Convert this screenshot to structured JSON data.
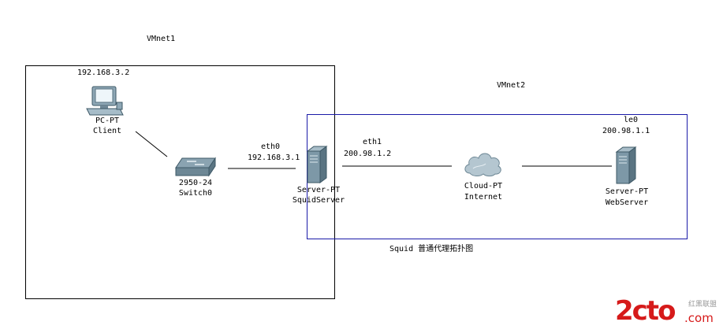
{
  "networks": {
    "vmnet1": {
      "label": "VMnet1"
    },
    "vmnet2": {
      "label": "VMnet2"
    }
  },
  "devices": {
    "client": {
      "ip": "192.168.3.2",
      "model": "PC-PT",
      "name": "Client",
      "icon": "pc-icon"
    },
    "switch": {
      "model": "2950-24",
      "name": "Switch0",
      "icon": "switch-icon"
    },
    "squid": {
      "model": "Server-PT",
      "name": "SquidServer",
      "icon": "server-icon"
    },
    "cloud": {
      "model": "Cloud-PT",
      "name": "Internet",
      "icon": "cloud-icon"
    },
    "web": {
      "iface": "le0",
      "ip": "200.98.1.1",
      "model": "Server-PT",
      "name": "WebServer",
      "icon": "server-icon"
    }
  },
  "interfaces": {
    "eth0": {
      "name": "eth0",
      "ip": "192.168.3.1"
    },
    "eth1": {
      "name": "eth1",
      "ip": "200.98.1.2"
    }
  },
  "caption": "Squid 普通代理拓扑图",
  "watermark": {
    "text": "2cto",
    "suffix": ".com",
    "tagline": "红黑联盟",
    "color": "#d61a1a"
  },
  "colors": {
    "vmnet2_border": "#1a1aa8",
    "device_fill": "#7a9aaa"
  }
}
